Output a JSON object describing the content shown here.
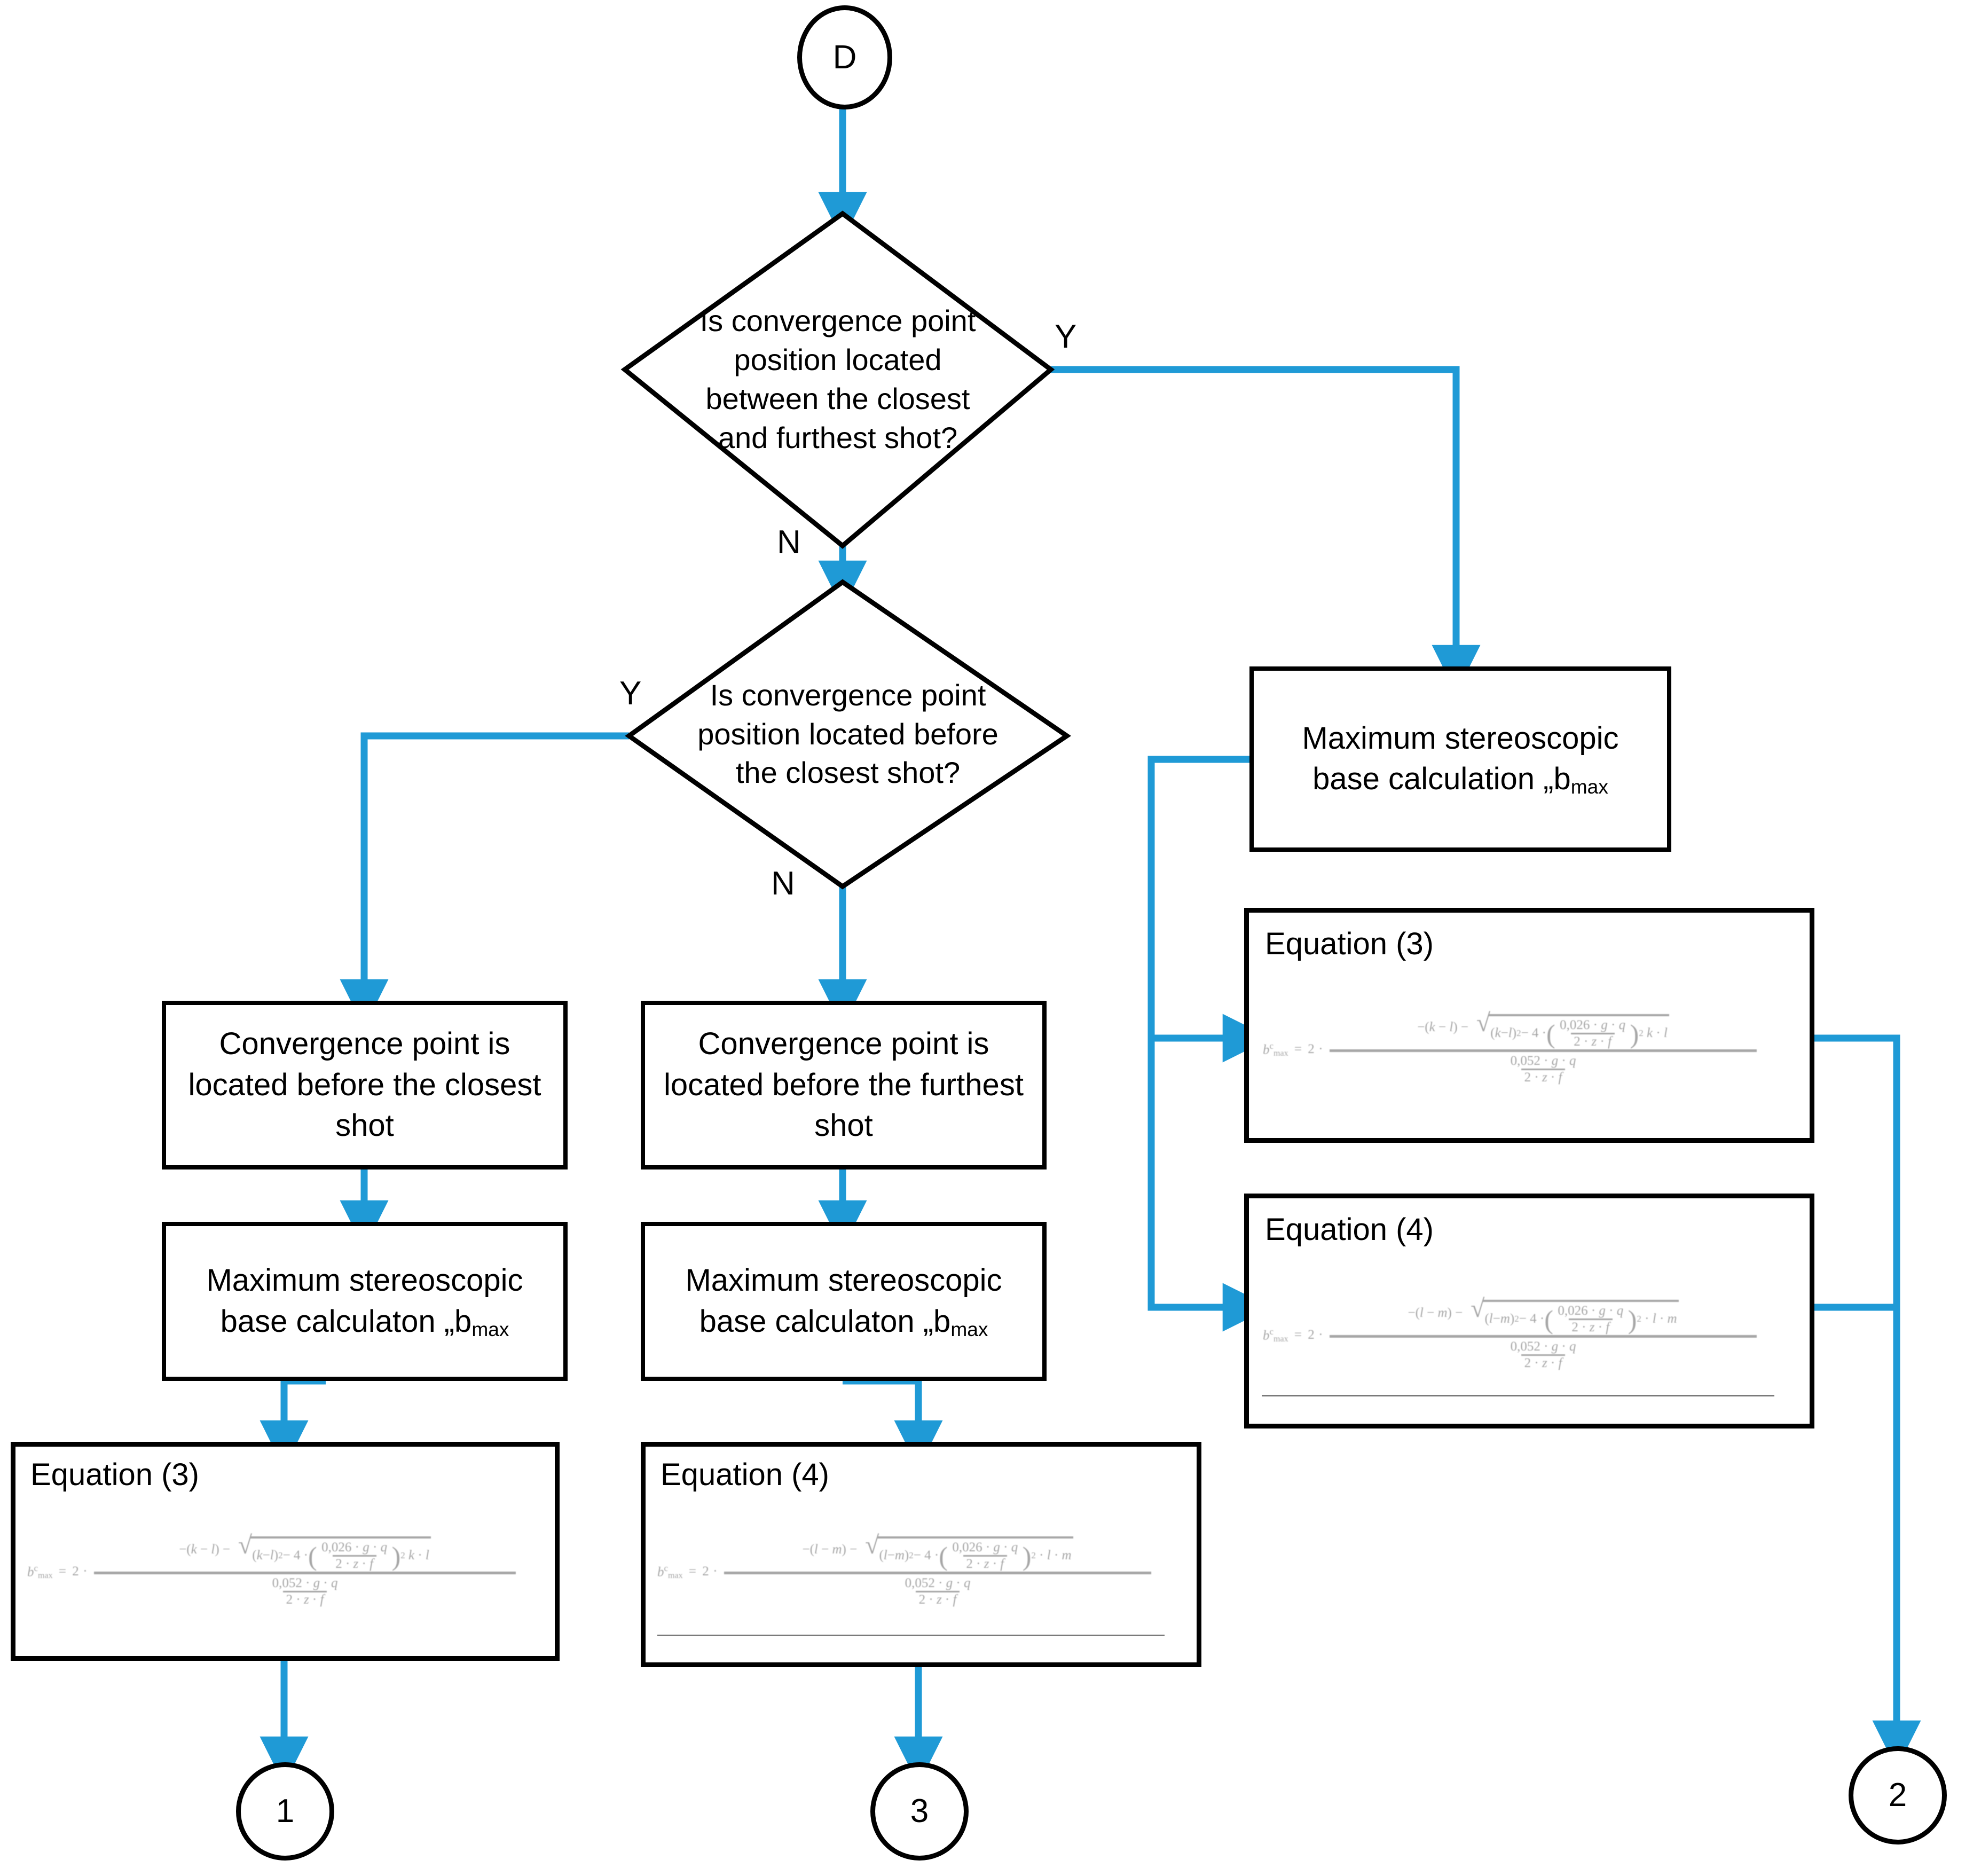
{
  "diagram": {
    "type": "flowchart",
    "title": "Maximum stereoscopic base decision flow (branch D)",
    "accent_color": "#1f9ad6",
    "line_color": "#000000",
    "background": "#ffffff"
  },
  "nodes": {
    "start_connector": {
      "label": "D",
      "shape": "circle"
    },
    "decision_1": {
      "shape": "diamond",
      "text": "Is convergence point position located between the closest and furthest shot?",
      "yes_label": "Y",
      "no_label": "N"
    },
    "decision_2": {
      "shape": "diamond",
      "text": "Is convergence point position located before the closest shot?",
      "yes_label": "Y",
      "no_label": "N"
    },
    "process_right_bmax": {
      "shape": "rectangle",
      "line1": "Maximum stereoscopic",
      "line2_prefix": "base calculation „b",
      "line2_sub": "max"
    },
    "process_left_state": {
      "shape": "rectangle",
      "text": "Convergence point is located before the closest shot"
    },
    "process_mid_state": {
      "shape": "rectangle",
      "text": "Convergence point is located before the furthest shot"
    },
    "process_left_bmax": {
      "shape": "rectangle",
      "line1": "Maximum stereoscopic",
      "line2_prefix": "base calculaton „b",
      "line2_sub": "max"
    },
    "process_mid_bmax": {
      "shape": "rectangle",
      "line1": "Maximum stereoscopic",
      "line2_prefix": "base calculaton „b",
      "line2_sub": "max"
    },
    "equation_right_3": {
      "shape": "rectangle",
      "label": "Equation (3)",
      "formula_vars": {
        "a": "k",
        "b": "l",
        "tail": "k · l"
      }
    },
    "equation_right_4": {
      "shape": "rectangle",
      "label": "Equation (4)",
      "formula_vars": {
        "a": "l",
        "b": "m",
        "tail": "l · m"
      }
    },
    "equation_left_3": {
      "shape": "rectangle",
      "label": "Equation (3)",
      "formula_vars": {
        "a": "k",
        "b": "l",
        "tail": "k · l"
      }
    },
    "equation_mid_4": {
      "shape": "rectangle",
      "label": "Equation (4)",
      "formula_vars": {
        "a": "l",
        "b": "m",
        "tail": "l · m"
      }
    },
    "end_connector_1": {
      "label": "1",
      "shape": "circle"
    },
    "end_connector_3": {
      "label": "3",
      "shape": "circle"
    },
    "end_connector_2": {
      "label": "2",
      "shape": "circle"
    }
  },
  "formula": {
    "lhs": "b",
    "lhs_sup": "c",
    "lhs_sub": "max",
    "coefficient": "2",
    "numerator_const": "4",
    "inner_numerator": "0,026 · g · q",
    "inner_denominator": "2 · z · f",
    "outer_numerator": "0,052 · g · q",
    "outer_denominator": "2 · z · f"
  },
  "edges": [
    {
      "from": "start_connector",
      "to": "decision_1",
      "label": ""
    },
    {
      "from": "decision_1",
      "to": "process_right_bmax",
      "label": "Y"
    },
    {
      "from": "decision_1",
      "to": "decision_2",
      "label": "N"
    },
    {
      "from": "decision_2",
      "to": "process_left_state",
      "label": "Y"
    },
    {
      "from": "decision_2",
      "to": "process_mid_state",
      "label": "N"
    },
    {
      "from": "process_right_bmax",
      "to": "equation_right_3",
      "label": ""
    },
    {
      "from": "process_right_bmax",
      "to": "equation_right_4",
      "label": ""
    },
    {
      "from": "process_left_state",
      "to": "process_left_bmax",
      "label": ""
    },
    {
      "from": "process_mid_state",
      "to": "process_mid_bmax",
      "label": ""
    },
    {
      "from": "process_left_bmax",
      "to": "equation_left_3",
      "label": ""
    },
    {
      "from": "process_mid_bmax",
      "to": "equation_mid_4",
      "label": ""
    },
    {
      "from": "equation_left_3",
      "to": "end_connector_1",
      "label": ""
    },
    {
      "from": "equation_mid_4",
      "to": "end_connector_3",
      "label": ""
    },
    {
      "from": "equation_right_3",
      "to": "end_connector_2",
      "label": ""
    },
    {
      "from": "equation_right_4",
      "to": "end_connector_2",
      "label": ""
    }
  ]
}
